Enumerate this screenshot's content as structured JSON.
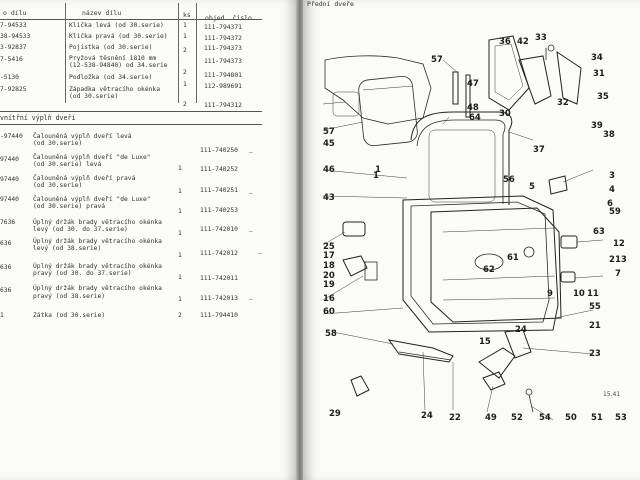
{
  "left_page": {
    "header": {
      "col_number": "o dílu",
      "col_name": "název dílu",
      "col_qty": "ks",
      "col_order": "objed. číslo"
    },
    "section_title": "vnitřní výplň dveří",
    "rows_top": [
      {
        "num": "7-94533",
        "name": "Klička levá (od 30.serie)",
        "qty": "1",
        "order": "111-794371"
      },
      {
        "num": "38-94533",
        "name": "Klička pravá (od 30.serie)",
        "qty": "1",
        "order": "111-794372"
      },
      {
        "num": "3-92837",
        "name": "Pojistka (od 30.serie)",
        "qty": "2",
        "order": "111-794373"
      },
      {
        "num": "7-5416",
        "name": "Pryžová těsnění 1810 mm",
        "name2": "(12-538-94840) od 34.serie",
        "qty": "",
        "order": ""
      },
      {
        "num": "-5130",
        "name": "Podložka (od 34.serie)",
        "qty": "2",
        "order": "111-794801"
      },
      {
        "num": "7-92825",
        "name": "Západka větracího okénka",
        "name2": "(od 30.serie)",
        "qty": "1",
        "order": "112-989691"
      },
      {
        "num": "",
        "name": "",
        "qty": "2",
        "order": "111-794312"
      }
    ],
    "rows_bottom": [
      {
        "num": "-97440",
        "name": "Čalouněná výplň dveří levá",
        "name2": "(od 30.serie)",
        "qty": "",
        "order": "111-740250"
      },
      {
        "num": "97440",
        "name": "Čalouněná výplň dveří \"de Luxe\"",
        "name2": "(od 30.serie) levá",
        "qty": "1",
        "order": "111-740252"
      },
      {
        "num": "97440",
        "name": "Čalouněná výplň dveří pravá",
        "name2": "(od 30.serie)",
        "qty": "1",
        "order": "111-740251"
      },
      {
        "num": "97440",
        "name": "Čalouněná výplň dveří \"de Luxe\"",
        "name2": "(od 30.serie) pravá",
        "qty": "1",
        "order": "111-740253"
      },
      {
        "num": "7636",
        "name": "Úplný držák brady větracího okénka",
        "name2": "levý (od 30. do 37.serie)",
        "qty": "1",
        "order": "111-742010"
      },
      {
        "num": "636",
        "name": "Úplný držák brady větracího okénka",
        "name2": "levý (od 38.serie)",
        "qty": "1",
        "order": "111-742012"
      },
      {
        "num": "636",
        "name": "Úplný držák brady větracího okénka",
        "name2": "pravý (od 30. do 37.serie)",
        "qty": "1",
        "order": "111-742011"
      },
      {
        "num": "636",
        "name": "Úplný držák brady větracího okénka",
        "name2": "pravý (od 38.serie)",
        "qty": "1",
        "order": "111-742013"
      },
      {
        "num": "",
        "name": "Zátka (od 30.serie)",
        "qty": "2",
        "order": "111-794410"
      }
    ]
  },
  "right_page": {
    "header": "Přední dveře",
    "corner_mark": "15.41",
    "callouts": [
      "57",
      "36",
      "33",
      "42",
      "34",
      "31",
      "47",
      "48",
      "30",
      "32",
      "35",
      "39",
      "38",
      "64",
      "45",
      "57",
      "37",
      "56",
      "46",
      "1",
      "5",
      "3",
      "4",
      "6",
      "43",
      "59",
      "63",
      "12",
      "2",
      "13",
      "7",
      "25",
      "17",
      "18",
      "20",
      "19",
      "16",
      "62",
      "61",
      "11",
      "10",
      "60",
      "55",
      "21",
      "58",
      "24",
      "15",
      "23",
      "49",
      "52",
      "54",
      "50",
      "51",
      "53",
      "22",
      "29",
      "24",
      "1",
      "9"
    ]
  },
  "colors": {
    "paper": "#fbfbf8",
    "ink": "#2a2a2a",
    "gutter": "#7a7a7a"
  }
}
